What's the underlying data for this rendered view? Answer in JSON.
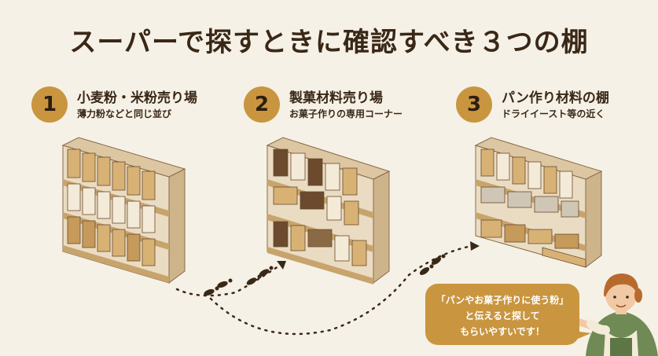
{
  "title": "スーパーで探すときに確認すべき３つの棚",
  "steps": [
    {
      "number": "1",
      "title": "小麦粉・米粉売り場",
      "subtitle": "薄力粉などと同じ並び"
    },
    {
      "number": "2",
      "title": "製菓材料売り場",
      "subtitle": "お菓子作りの専用コーナー"
    },
    {
      "number": "3",
      "title": "パン作り材料の棚",
      "subtitle": "ドライイースト等の近く"
    }
  ],
  "bubble": {
    "line1": "「パンやお菓子作りに使う粉」",
    "line2": "と伝えると探して",
    "line3": "もらいやすいです！"
  },
  "colors": {
    "accent": "#c9953f",
    "background": "#f6f1e7",
    "text": "#3a2817",
    "shelf": "#d9b98a",
    "bag_light": "#f3ead8",
    "bag_mid": "#d8b274",
    "bag_dark": "#6b4a2e"
  }
}
